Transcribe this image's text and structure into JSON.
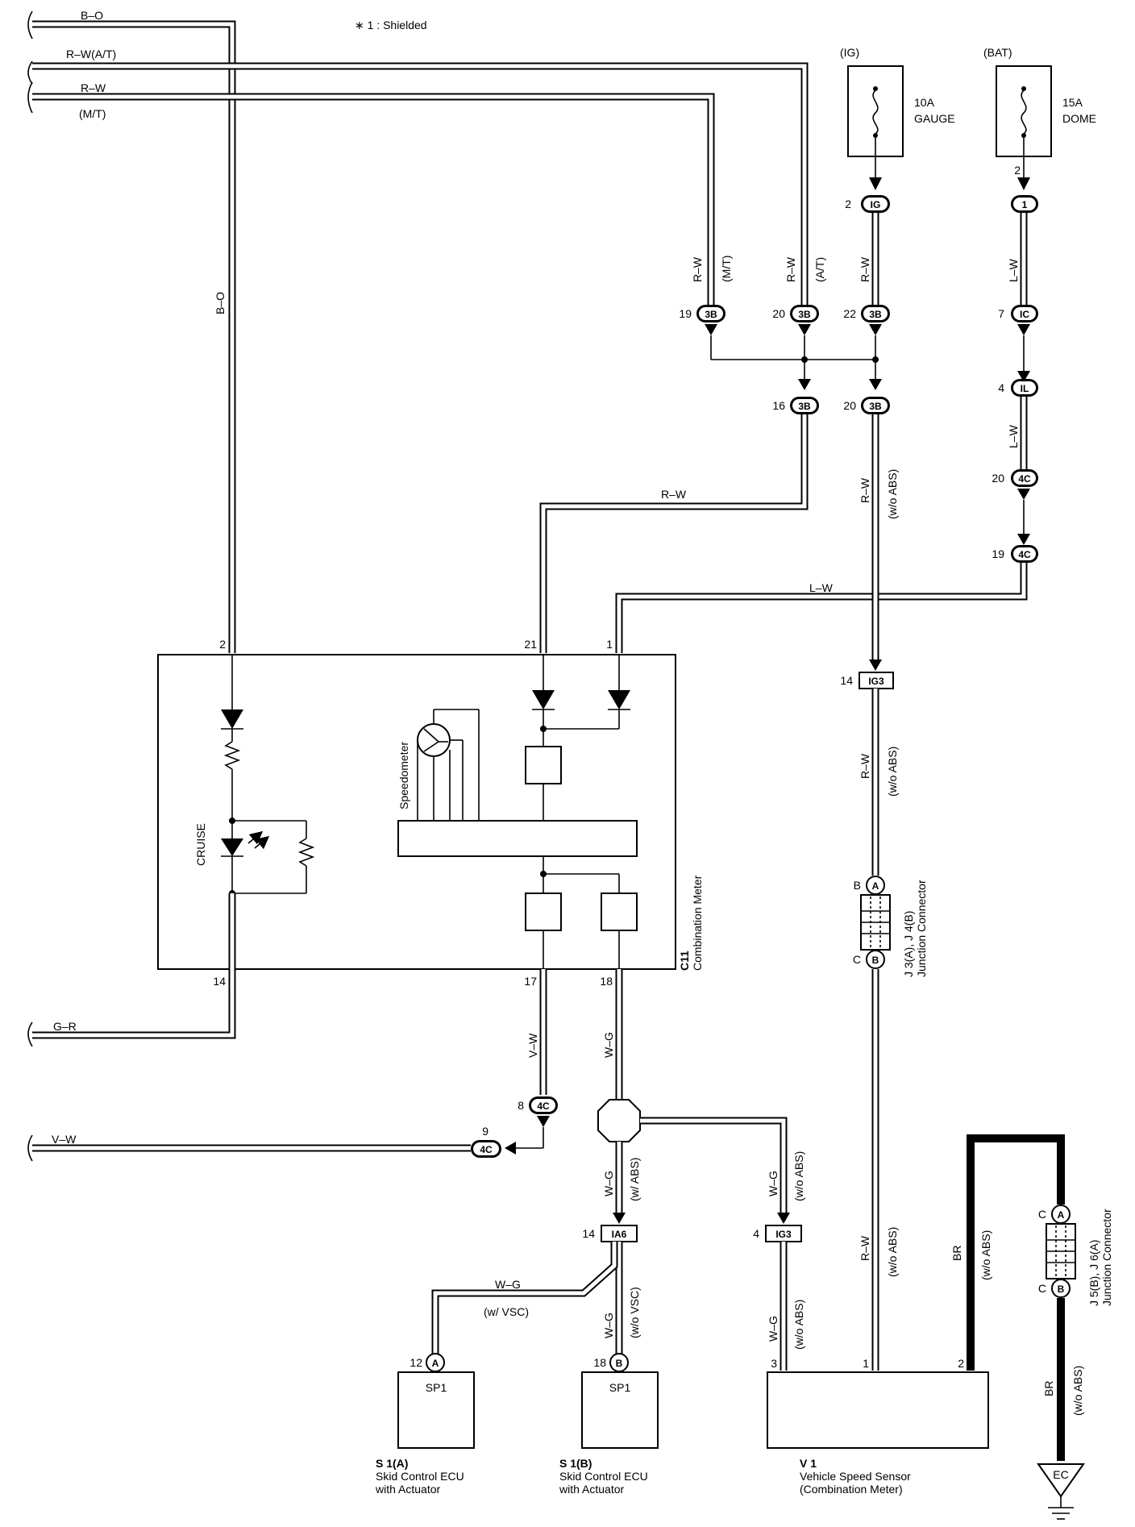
{
  "header": {
    "note": "∗ 1 : Shielded"
  },
  "left_wires": {
    "b_o": "B–O",
    "r_w_at": "R–W(A/T)",
    "r_w": "R–W",
    "mt": "(M/T)",
    "g_r": "G–R",
    "v_w": "V–W",
    "b_o_vert": "B–O"
  },
  "fuses": {
    "ig": {
      "tag": "(IG)",
      "rating": "10A",
      "name": "GAUGE"
    },
    "bat": {
      "tag": "(BAT)",
      "rating": "15A",
      "name": "DOME"
    }
  },
  "connectors": {
    "c_ig": {
      "pin": "2",
      "code": "IG"
    },
    "c_1": {
      "pin": "2",
      "code": "1"
    },
    "c_3b_19": {
      "pin": "19",
      "code": "3B"
    },
    "c_3b_20": {
      "pin": "20",
      "code": "3B"
    },
    "c_3b_22": {
      "pin": "22",
      "code": "3B"
    },
    "c_ic": {
      "pin": "7",
      "code": "IC"
    },
    "c_il": {
      "pin": "4",
      "code": "IL"
    },
    "c_3b_16": {
      "pin": "16",
      "code": "3B"
    },
    "c_3b_20b": {
      "pin": "20",
      "code": "3B"
    },
    "c_4c_20": {
      "pin": "20",
      "code": "4C"
    },
    "c_4c_19": {
      "pin": "19",
      "code": "4C"
    },
    "c_ig3_14": {
      "pin": "14",
      "code": "IG3"
    },
    "c_4c_8": {
      "pin": "8",
      "code": "4C"
    },
    "c_4c_9": {
      "pin": "9",
      "code": "4C"
    },
    "c_ia6": {
      "pin": "14",
      "code": "IA6"
    },
    "c_ig3_4": {
      "pin": "4",
      "code": "IG3"
    }
  },
  "wire_labels": {
    "rw_mt": "R–W",
    "mt": "(M/T)",
    "rw_at": "R–W",
    "at": "(A/T)",
    "rw_22": "R–W",
    "lw_1": "L–W",
    "lw_2": "L–W",
    "rw_horiz": "R–W",
    "lw_horiz": "L–W",
    "rw_wo_abs_1": "R–W",
    "wo_abs_1": "(w/o ABS)",
    "rw_wo_abs_2": "R–W",
    "wo_abs_2": "(w/o ABS)",
    "rw_wo_abs_3": "R–W",
    "wo_abs_3": "(w/o ABS)",
    "vw": "V–W",
    "wg_18": "W–G",
    "wg_abs": "W–G",
    "w_abs": "(w/ ABS)",
    "wg_wo_abs": "W–G",
    "wo_abs_4": "(w/o ABS)",
    "wg_vsc": "W–G",
    "w_vsc": "(w/ VSC)",
    "wg_wovsc": "W–G",
    "wo_vsc": "(w/o VSC)",
    "wg_ig3": "W–G",
    "wo_abs_5": "(w/o ABS)",
    "br_1": "BR",
    "wo_abs_6": "(w/o ABS)",
    "br_2": "BR",
    "wo_abs_7": "(w/o ABS)"
  },
  "combination_meter": {
    "code": "C11",
    "name": "Combination Meter",
    "pins": {
      "p2": "2",
      "p21": "21",
      "p1": "1",
      "p14": "14",
      "p17": "17",
      "p18": "18"
    },
    "cruise": "CRUISE",
    "speedometer": "Speedometer"
  },
  "junctions": {
    "j3j4": {
      "code": "J 3(A), J 4(B)",
      "name": "Junction Connector",
      "top_pin": "B",
      "top_code": "A",
      "bot_pin": "C",
      "bot_code": "B"
    },
    "j5j6": {
      "code": "J 5(B), J 6(A)",
      "name": "Junction Connector",
      "top_pin": "C",
      "top_code": "A",
      "bot_pin": "C",
      "bot_code": "B"
    }
  },
  "components": {
    "s1a": {
      "pin": "12",
      "code": "A",
      "inner": "SP1",
      "id": "S 1(A)",
      "line1": "Skid Control ECU",
      "line2": "with Actuator"
    },
    "s1b": {
      "pin": "18",
      "code": "B",
      "inner": "SP1",
      "id": "S 1(B)",
      "line1": "Skid Control ECU",
      "line2": "with Actuator"
    },
    "v1": {
      "pin3": "3",
      "pin1": "1",
      "pin2": "2",
      "id": "V 1",
      "line1": "Vehicle Speed Sensor",
      "line2": "(Combination Meter)"
    },
    "ground": {
      "code": "EC"
    }
  }
}
